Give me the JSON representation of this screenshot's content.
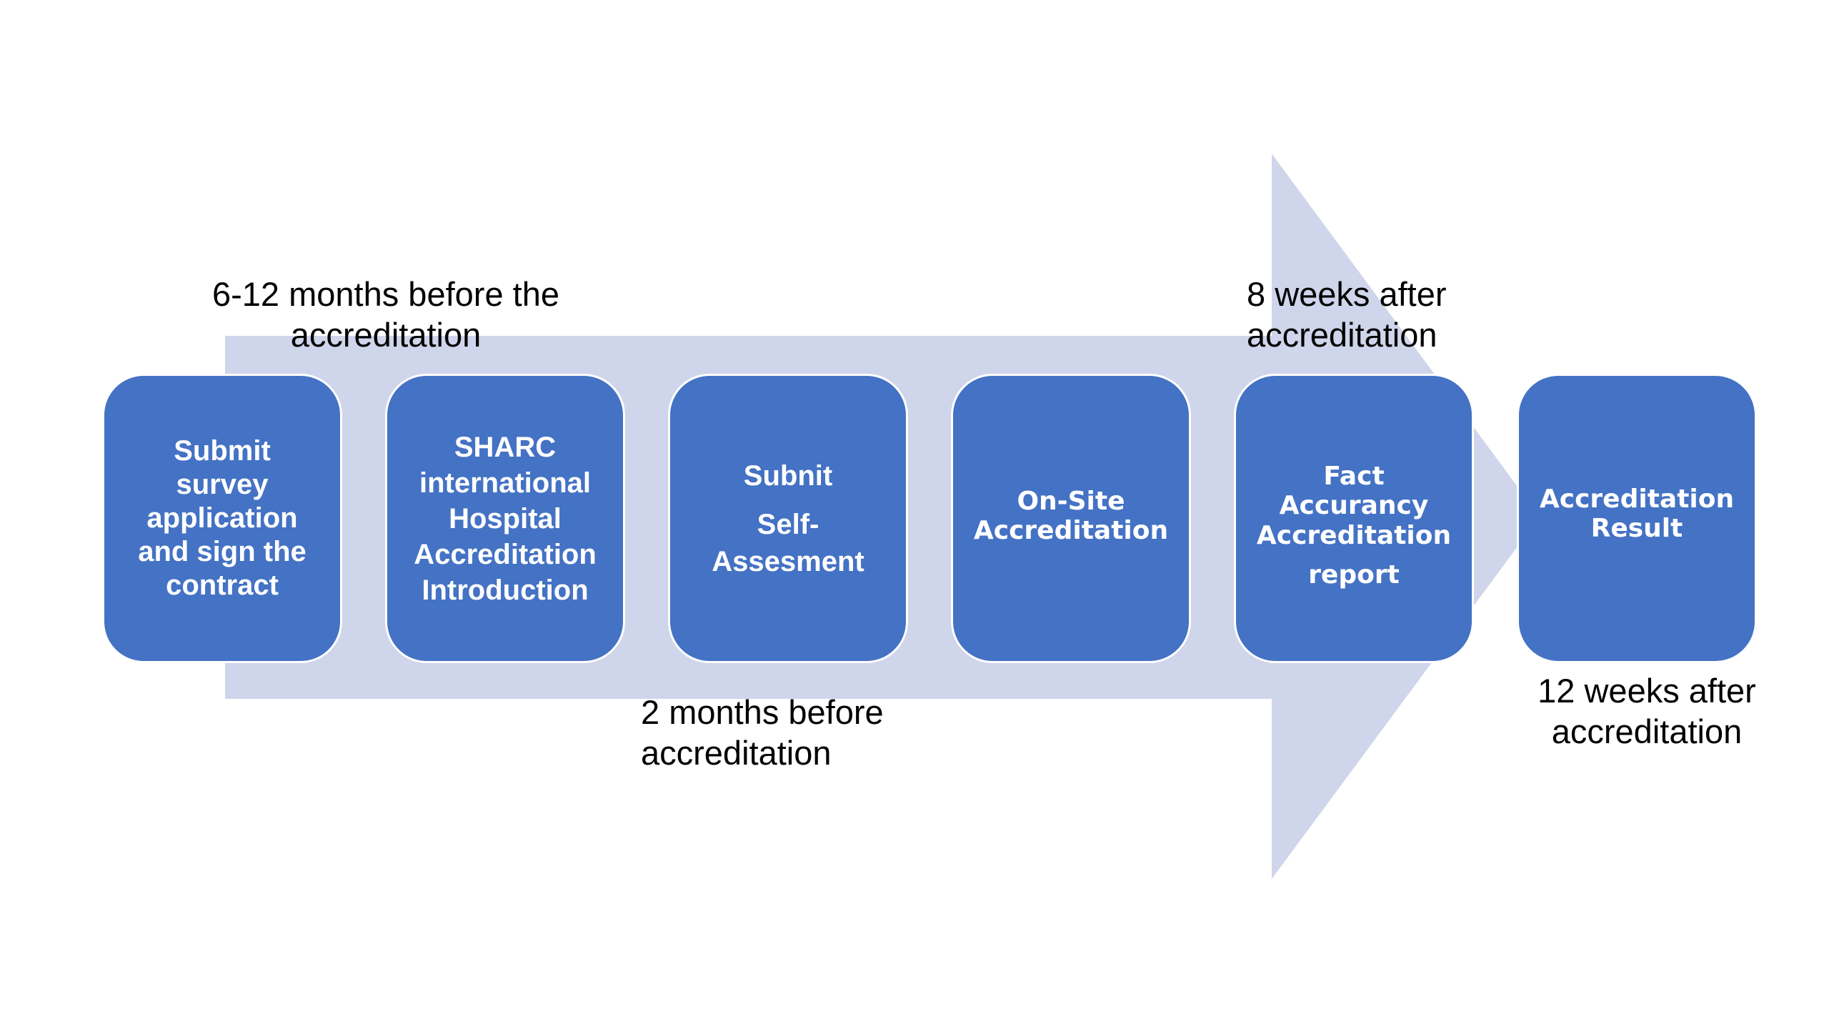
{
  "colors": {
    "arrow": "#CFD5EA",
    "box": "#4472C4",
    "box_border": "#FFFFFF",
    "box_text": "#FFFFFF",
    "note_text": "#000000"
  },
  "steps": [
    {
      "lines": [
        "Submit",
        "survey",
        "application",
        "and sign the",
        "contract"
      ]
    },
    {
      "lines": [
        "SHARC",
        "international",
        "Hospital",
        "Accreditation",
        "Introduction"
      ]
    },
    {
      "lines": [
        "Subnit",
        "Self-",
        "Assesment"
      ]
    },
    {
      "lines": [
        "On-Site",
        "Accreditation"
      ]
    },
    {
      "lines": [
        "Fact Accurancy",
        "Accreditation",
        "report"
      ]
    },
    {
      "lines": [
        "Accreditation",
        "Result"
      ]
    }
  ],
  "notes": [
    {
      "lines": [
        "6-12 months before the",
        "accreditation"
      ]
    },
    {
      "lines": [
        "8 weeks after",
        "accreditation"
      ]
    },
    {
      "lines": [
        "2 months before",
        "accreditation"
      ]
    },
    {
      "lines": [
        "12 weeks after",
        "accreditation"
      ]
    }
  ]
}
